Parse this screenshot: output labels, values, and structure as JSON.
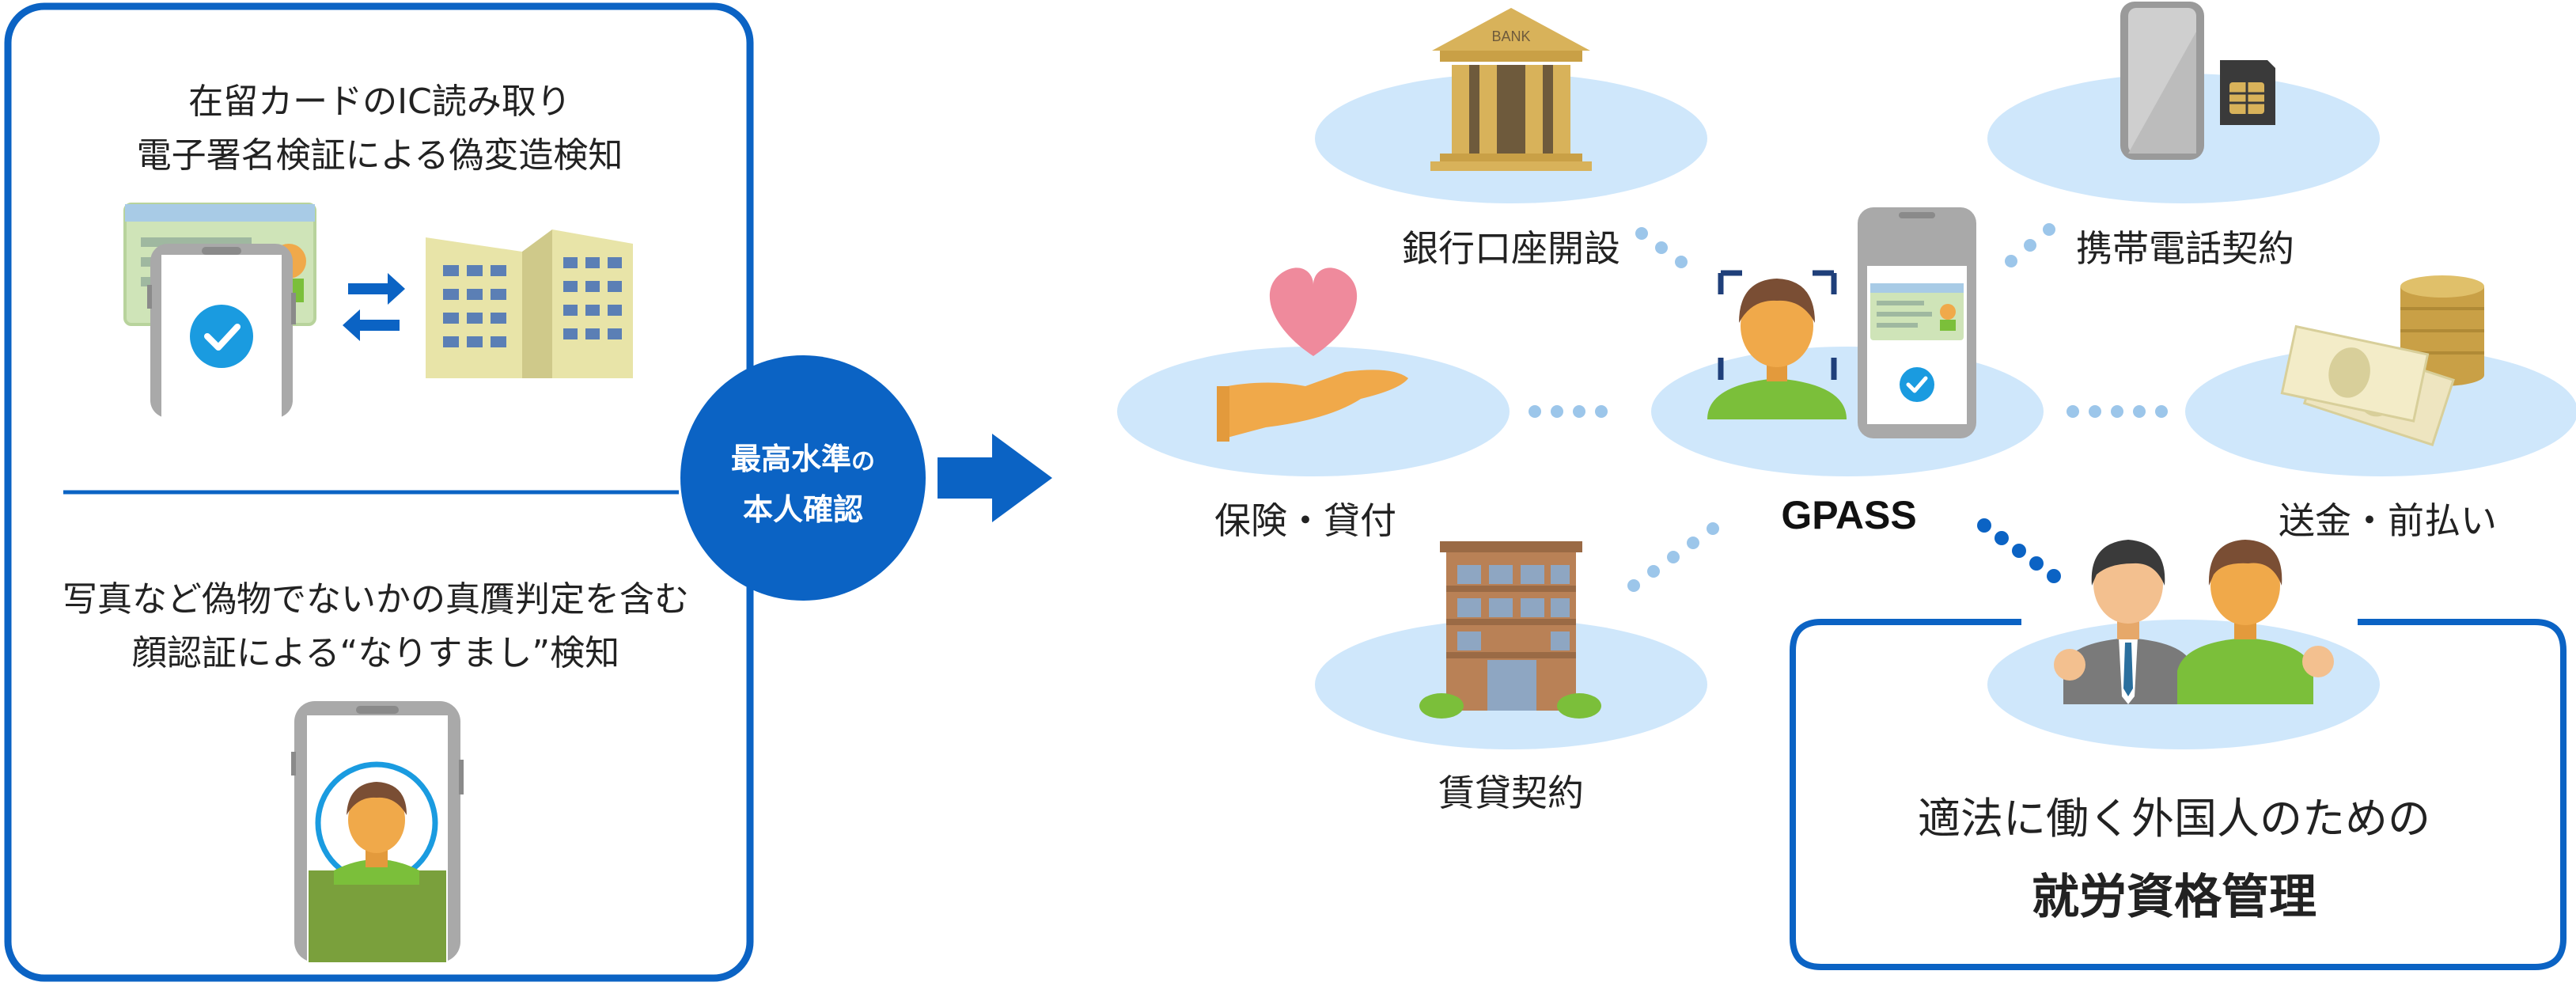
{
  "left_panel": {
    "top_caption_line1": "在留カードのIC読み取り",
    "top_caption_line2": "電子署名検証による偽変造検知",
    "bottom_caption_line1": "写真など偽物でないかの真贋判定を含む",
    "bottom_caption_line2": "顔認証による“なりすまし”検知"
  },
  "center_badge": {
    "line1_main": "最高水準",
    "line1_small": "の",
    "line2": "本人確認"
  },
  "hub": {
    "label": "GPASS",
    "bank_sign": "BANK",
    "services": {
      "bank_account": "銀行口座開設",
      "mobile_contract": "携帯電話契約",
      "insurance_loan": "保険・貸付",
      "remittance_prepay": "送金・前払い",
      "rental_contract": "賃貸契約"
    }
  },
  "work_box": {
    "line1": "適法に働く外国人のための",
    "line2": "就労資格管理"
  },
  "colors": {
    "primary_blue": "#0b63c4",
    "ellipse_blue": "#cfe7fb",
    "dot_blue": "#9cc6ea",
    "dot_dark": "#0b63c4",
    "skin": "#f0a94a",
    "hair": "#7a4e34",
    "shirt_green": "#7bbf3a",
    "phone_gray": "#a9a9a9",
    "gold": "#d8b25a"
  },
  "icons": [
    "building-icon",
    "id-card-icon",
    "phone-icon",
    "check-icon",
    "bank-icon",
    "sim-card-icon",
    "heart-hand-icon",
    "face-scan-icon",
    "coins-icon",
    "banknotes-icon",
    "apartment-icon",
    "workers-icon",
    "arrow-right-icon",
    "exchange-arrows-icon"
  ]
}
